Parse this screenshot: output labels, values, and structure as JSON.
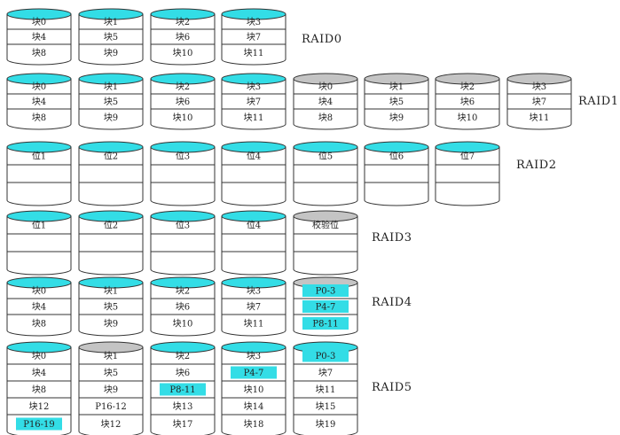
{
  "colors": {
    "cyan": "#33dde6",
    "gray": "#c4c4c4",
    "stroke": "#333333",
    "highlight": "#33dde6"
  },
  "rows": [
    {
      "label": "RAID0",
      "disks": [
        {
          "cap": "cyan",
          "cells": [
            "块0",
            "块4",
            "块8"
          ]
        },
        {
          "cap": "cyan",
          "cells": [
            "块1",
            "块5",
            "块9"
          ]
        },
        {
          "cap": "cyan",
          "cells": [
            "块2",
            "块6",
            "块10"
          ]
        },
        {
          "cap": "cyan",
          "cells": [
            "块3",
            "块7",
            "块11"
          ]
        }
      ]
    },
    {
      "label": "RAID1",
      "disks": [
        {
          "cap": "cyan",
          "cells": [
            "块0",
            "块4",
            "块8"
          ]
        },
        {
          "cap": "cyan",
          "cells": [
            "块1",
            "块5",
            "块9"
          ]
        },
        {
          "cap": "cyan",
          "cells": [
            "块2",
            "块6",
            "块10"
          ]
        },
        {
          "cap": "cyan",
          "cells": [
            "块3",
            "块7",
            "块11"
          ]
        },
        {
          "cap": "gray",
          "cells": [
            "块0",
            "块4",
            "块8"
          ]
        },
        {
          "cap": "gray",
          "cells": [
            "块1",
            "块5",
            "块9"
          ]
        },
        {
          "cap": "gray",
          "cells": [
            "块2",
            "块6",
            "块10"
          ]
        },
        {
          "cap": "gray",
          "cells": [
            "块3",
            "块7",
            "块11"
          ]
        }
      ]
    },
    {
      "label": "RAID2",
      "disks": [
        {
          "cap": "cyan",
          "cells": [
            "位1",
            "",
            ""
          ]
        },
        {
          "cap": "cyan",
          "cells": [
            "位2",
            "",
            ""
          ]
        },
        {
          "cap": "cyan",
          "cells": [
            "位3",
            "",
            ""
          ]
        },
        {
          "cap": "cyan",
          "cells": [
            "位4",
            "",
            ""
          ]
        },
        {
          "cap": "cyan",
          "cells": [
            "位5",
            "",
            ""
          ]
        },
        {
          "cap": "cyan",
          "cells": [
            "位6",
            "",
            ""
          ]
        },
        {
          "cap": "cyan",
          "cells": [
            "位7",
            "",
            ""
          ]
        }
      ]
    },
    {
      "label": "RAID3",
      "disks": [
        {
          "cap": "cyan",
          "cells": [
            "位1",
            "",
            ""
          ]
        },
        {
          "cap": "cyan",
          "cells": [
            "位2",
            "",
            ""
          ]
        },
        {
          "cap": "cyan",
          "cells": [
            "位3",
            "",
            ""
          ]
        },
        {
          "cap": "cyan",
          "cells": [
            "位4",
            "",
            ""
          ]
        },
        {
          "cap": "gray",
          "cells": [
            "校验位",
            "",
            ""
          ]
        }
      ]
    },
    {
      "label": "RAID4",
      "disks": [
        {
          "cap": "cyan",
          "cells": [
            "块0",
            "块4",
            "块8"
          ]
        },
        {
          "cap": "cyan",
          "cells": [
            "块1",
            "块5",
            "块9"
          ]
        },
        {
          "cap": "cyan",
          "cells": [
            "块2",
            "块6",
            "块10"
          ]
        },
        {
          "cap": "cyan",
          "cells": [
            "块3",
            "块7",
            "块11"
          ]
        },
        {
          "cap": "gray",
          "cells": [
            "P0-3",
            "P4-7",
            "P8-11"
          ],
          "hl": [
            0,
            1,
            2
          ]
        }
      ]
    },
    {
      "label": "RAID5",
      "disks": [
        {
          "cap": "cyan",
          "cells": [
            "块0",
            "块4",
            "块8",
            "块12",
            "P16-19"
          ],
          "hl": [
            4
          ]
        },
        {
          "cap": "gray",
          "cells": [
            "块1",
            "块5",
            "块9",
            "P16-12",
            "块12"
          ]
        },
        {
          "cap": "cyan",
          "cells": [
            "块2",
            "块6",
            "P8-11",
            "块13",
            "块17"
          ],
          "hl": [
            2
          ]
        },
        {
          "cap": "cyan",
          "cells": [
            "块3",
            "P4-7",
            "块10",
            "块14",
            "块18"
          ],
          "hl": [
            1
          ]
        },
        {
          "cap": "cyan",
          "cells": [
            "P0-3",
            "块7",
            "块11",
            "块15",
            "块19"
          ],
          "hl": [
            0
          ]
        }
      ]
    }
  ]
}
